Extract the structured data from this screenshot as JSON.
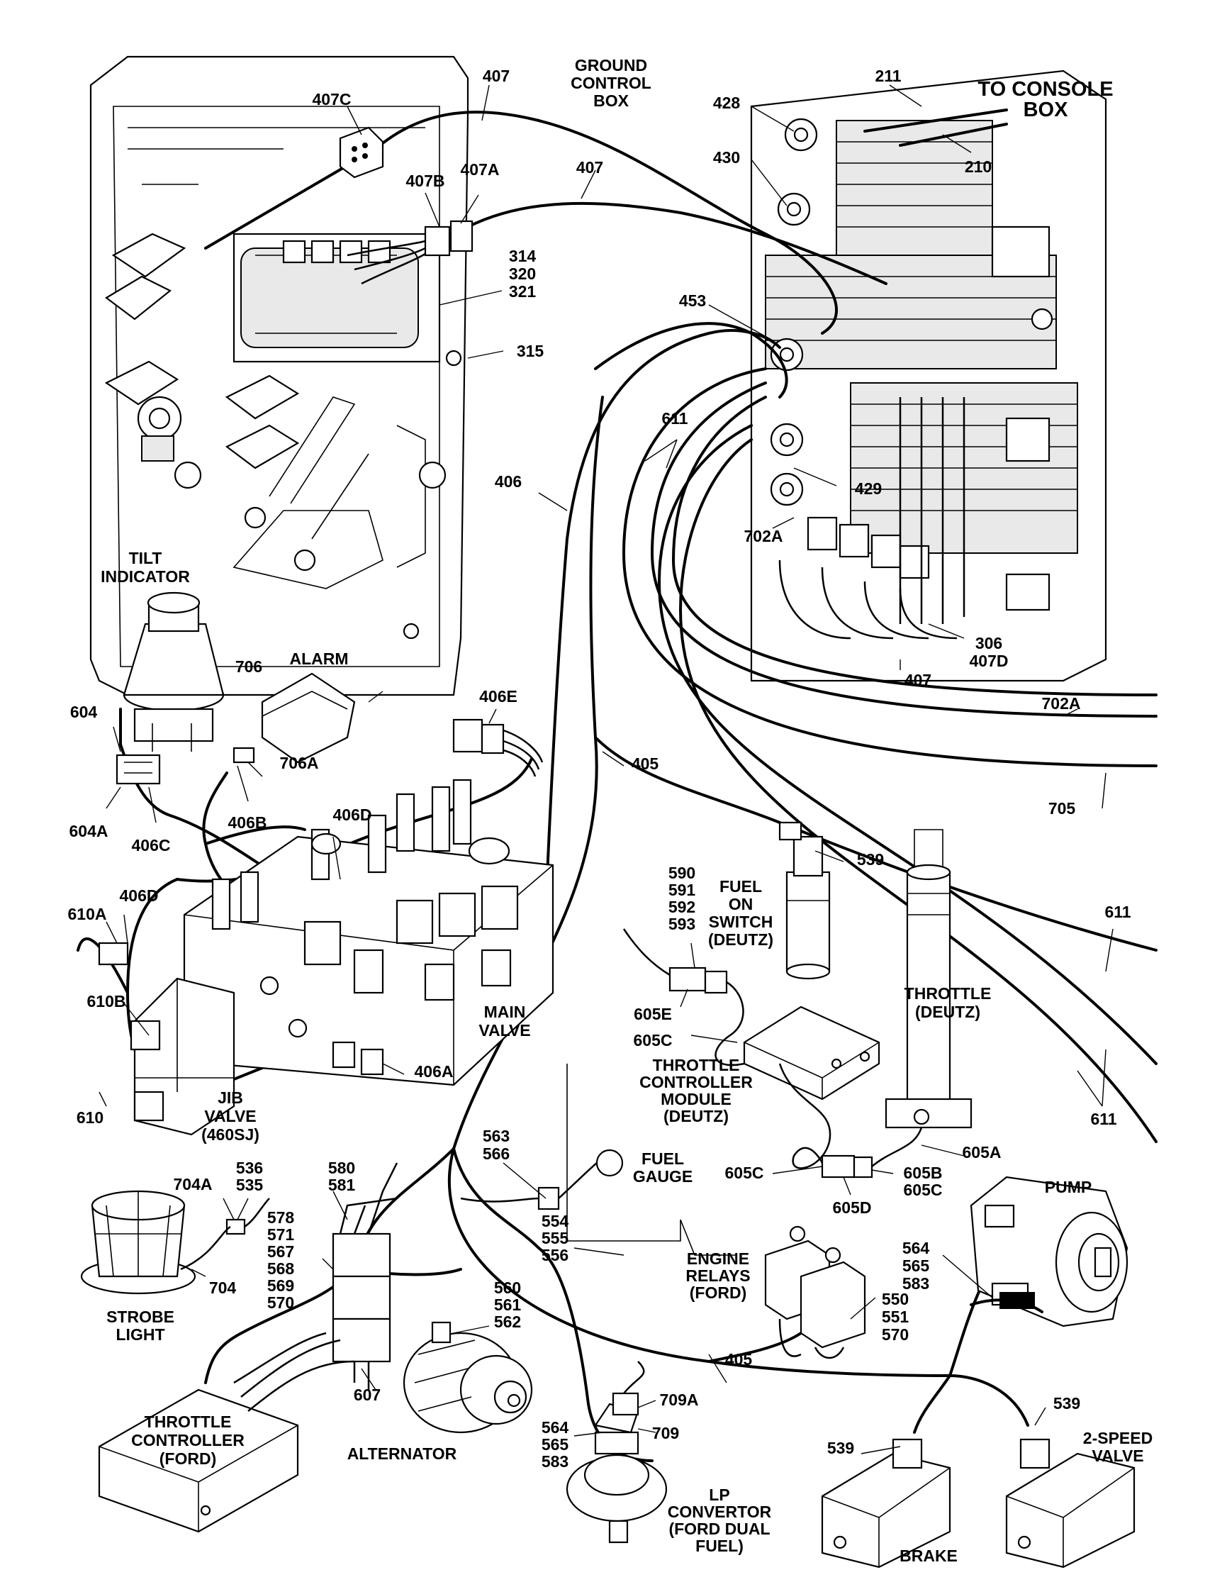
{
  "diagram": {
    "components": {
      "ground_control_box": "GROUND\nCONTROL\nBOX",
      "to_console_box": "TO CONSOLE\nBOX",
      "tilt_indicator": "TILT\nINDICATOR",
      "alarm": "ALARM",
      "main_valve": "MAIN\nVALVE",
      "jib_valve": "JIB\nVALVE\n(460SJ)",
      "fuel_on_switch": "FUEL\nON\nSWITCH\n(DEUTZ)",
      "throttle_deutz": "THROTTLE\n(DEUTZ)",
      "throttle_controller_module": "THROTTLE\nCONTROLLER\nMODULE\n(DEUTZ)",
      "fuel_gauge": "FUEL\nGAUGE",
      "pump": "PUMP",
      "strobe_light": "STROBE\nLIGHT",
      "engine_relays": "ENGINE\nRELAYS\n(FORD)",
      "throttle_controller_ford": "THROTTLE\nCONTROLLER\n(FORD)",
      "alternator": "ALTERNATOR",
      "lp_convertor": "LP\nCONVERTOR\n(FORD DUAL\nFUEL)",
      "brake": "BRAKE",
      "two_speed_valve": "2-SPEED\nVALVE"
    },
    "callouts": {
      "c407C": "407C",
      "c407_top": "407",
      "c407B": "407B",
      "c407A": "407A",
      "c407_mid": "407",
      "c314": "314\n320\n321",
      "c315": "315",
      "c211": "211",
      "c210": "210",
      "c428": "428",
      "c430": "430",
      "c453": "453",
      "c611_top": "611",
      "c429": "429",
      "c702A_top": "702A",
      "c406": "406",
      "c306": "306\n407D",
      "c407_low": "407",
      "c702A_right": "702A",
      "c705": "705",
      "c706": "706",
      "c604": "604",
      "c406E": "406E",
      "c405_mid": "405",
      "c706A": "706A",
      "c604A": "604A",
      "c406C": "406C",
      "c406B": "406B",
      "c406D_main": "406D",
      "c539_fuel": "539",
      "c590": "590\n591\n592\n593",
      "c406D_left": "406D",
      "c610A": "610A",
      "c611_right": "611",
      "c610B": "610B",
      "c605E": "605E",
      "c605C_mod": "605C",
      "c406A": "406A",
      "c610": "610",
      "c611_low": "611",
      "c605A": "605A",
      "c563": "563\n566",
      "c536": "536\n535",
      "c704A": "704A",
      "c580": "580\n581",
      "c605C_left": "605C",
      "c605B": "605B\n605C",
      "c605D": "605D",
      "c578": "578\n571\n567\n568\n569\n570",
      "c554": "554\n555\n556",
      "c704": "704",
      "c564_pump": "564\n565\n583",
      "c560": "560\n561\n562",
      "c550": "550\n551\n570",
      "c607": "607",
      "c405_low": "405",
      "c709A": "709A",
      "c539_r": "539",
      "c564_lp": "564\n565\n583",
      "c709": "709",
      "c539_brake": "539"
    }
  }
}
